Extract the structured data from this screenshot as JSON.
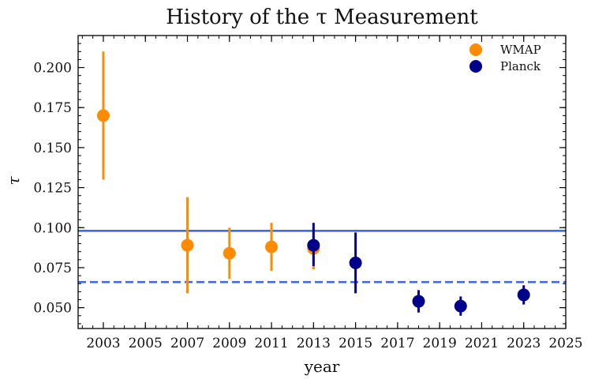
{
  "chart_data": {
    "type": "scatter",
    "title": "History of the τ Measurement",
    "xlabel": "year",
    "ylabel": "τ",
    "xlim": [
      2001.8,
      2025
    ],
    "ylim": [
      0.037,
      0.22
    ],
    "xticks": [
      2003,
      2005,
      2007,
      2009,
      2011,
      2013,
      2015,
      2017,
      2019,
      2021,
      2023,
      2025
    ],
    "yticks": [
      0.05,
      0.075,
      0.1,
      0.125,
      0.15,
      0.175,
      0.2
    ],
    "ytick_labels": [
      "0.050",
      "0.075",
      "0.100",
      "0.125",
      "0.150",
      "0.175",
      "0.200"
    ],
    "legend_position": "top-right",
    "series": [
      {
        "name": "WMAP",
        "color": "#ff8c00",
        "points": [
          {
            "x": 2003,
            "y": 0.17,
            "ylow": 0.13,
            "yhigh": 0.21
          },
          {
            "x": 2007,
            "y": 0.089,
            "ylow": 0.059,
            "yhigh": 0.119
          },
          {
            "x": 2009,
            "y": 0.084,
            "ylow": 0.068,
            "yhigh": 0.1
          },
          {
            "x": 2011,
            "y": 0.088,
            "ylow": 0.073,
            "yhigh": 0.103
          },
          {
            "x": 2013,
            "y": 0.087,
            "ylow": 0.074,
            "yhigh": 0.1
          }
        ]
      },
      {
        "name": "Planck",
        "color": "#00008b",
        "points": [
          {
            "x": 2013,
            "y": 0.089,
            "ylow": 0.076,
            "yhigh": 0.103
          },
          {
            "x": 2015,
            "y": 0.078,
            "ylow": 0.059,
            "yhigh": 0.097
          },
          {
            "x": 2018,
            "y": 0.054,
            "ylow": 0.047,
            "yhigh": 0.061
          },
          {
            "x": 2020,
            "y": 0.051,
            "ylow": 0.045,
            "yhigh": 0.057
          },
          {
            "x": 2023,
            "y": 0.058,
            "ylow": 0.052,
            "yhigh": 0.064
          }
        ]
      }
    ],
    "hlines": [
      {
        "y": 0.098,
        "style": "solid",
        "color": "#4169e1"
      },
      {
        "y": 0.066,
        "style": "dashed",
        "color": "#4169e1"
      }
    ],
    "grid": false
  }
}
